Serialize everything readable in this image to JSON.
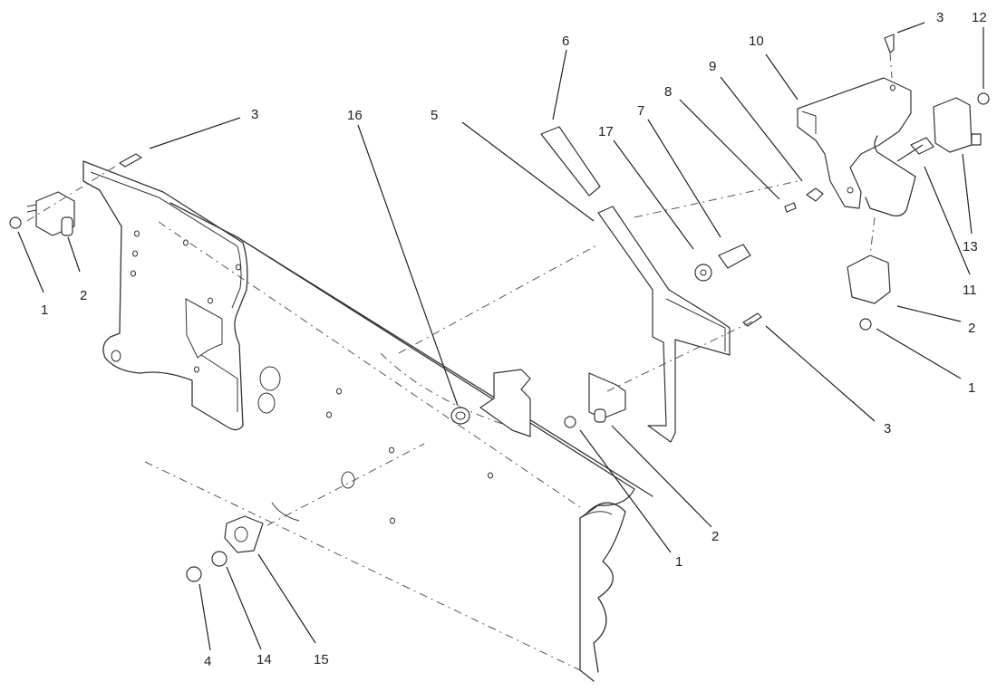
{
  "diagram": {
    "callouts": [
      {
        "id": "c1",
        "text": "3"
      },
      {
        "id": "c2",
        "text": "12"
      },
      {
        "id": "c3",
        "text": "6"
      },
      {
        "id": "c4",
        "text": "10"
      },
      {
        "id": "c5",
        "text": "9"
      },
      {
        "id": "c6",
        "text": "8"
      },
      {
        "id": "c7",
        "text": "7"
      },
      {
        "id": "c8",
        "text": "17"
      },
      {
        "id": "c9",
        "text": "5"
      },
      {
        "id": "c10",
        "text": "16"
      },
      {
        "id": "c11",
        "text": "3"
      },
      {
        "id": "c12",
        "text": "1"
      },
      {
        "id": "c13",
        "text": "2"
      },
      {
        "id": "c14",
        "text": "13"
      },
      {
        "id": "c15",
        "text": "11"
      },
      {
        "id": "c16",
        "text": "2"
      },
      {
        "id": "c17",
        "text": "1"
      },
      {
        "id": "c18",
        "text": "3"
      },
      {
        "id": "c19",
        "text": "2"
      },
      {
        "id": "c20",
        "text": "1"
      },
      {
        "id": "c21",
        "text": "4"
      },
      {
        "id": "c22",
        "text": "14"
      },
      {
        "id": "c23",
        "text": "15"
      }
    ]
  }
}
